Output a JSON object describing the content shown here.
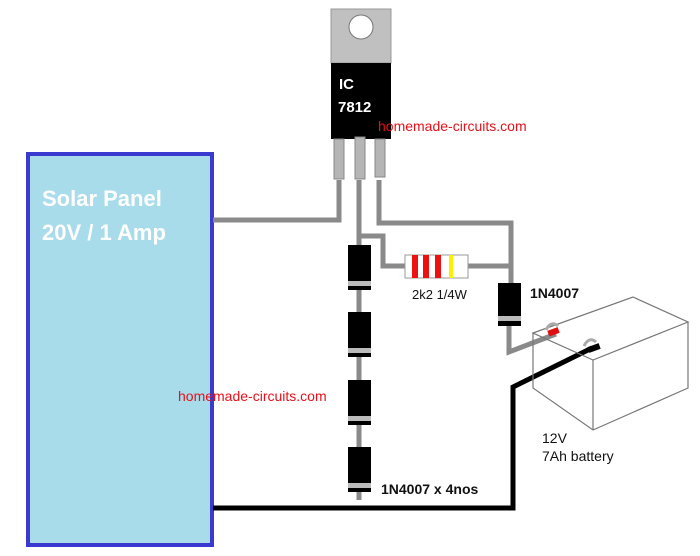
{
  "solar_panel": {
    "line1": "Solar Panel",
    "line2": "20V / 1 Amp"
  },
  "regulator": {
    "line1": "IC",
    "line2": "7812"
  },
  "resistor": {
    "label": "2k2 1/4W"
  },
  "output_diode": {
    "label": "1N4007"
  },
  "diode_string": {
    "label": "1N4007 x 4nos",
    "count": 4
  },
  "battery": {
    "line1": "12V",
    "line2": "7Ah battery"
  },
  "watermarks": [
    "homemade-circuits.com",
    "homemade-circuits.com"
  ],
  "colors": {
    "panel_fill": "#a9dcea",
    "panel_border": "#3a3ad0",
    "wire": "#8a8a8a",
    "ground": "#000000",
    "watermark": "#e8101a",
    "positive_terminal": "#e01010"
  }
}
